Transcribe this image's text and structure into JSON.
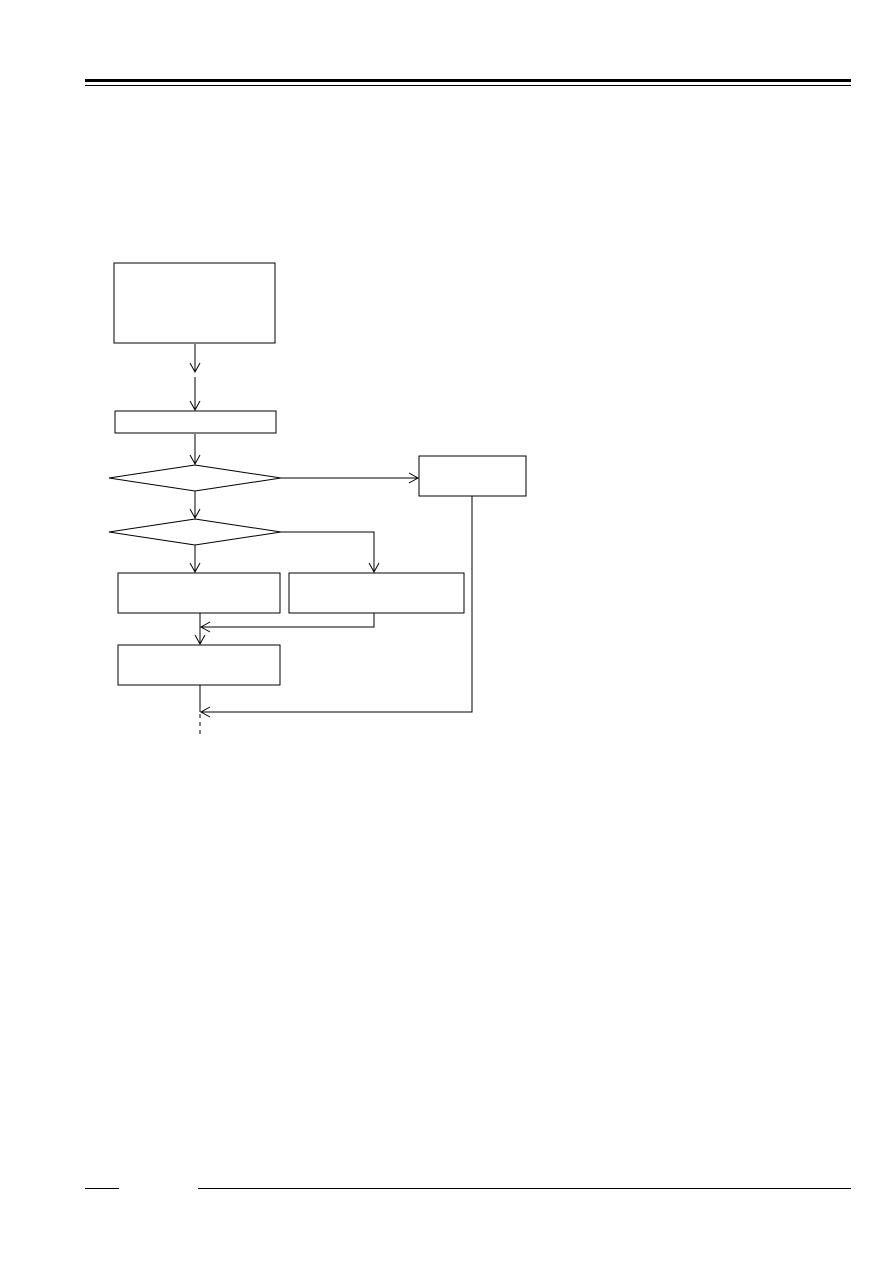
{
  "colors": {
    "ink": "#000000",
    "paper": "#ffffff"
  },
  "flowchart": {
    "nodes": [
      {
        "id": "start-box",
        "shape": "rectangle",
        "label": ""
      },
      {
        "id": "process-box-1",
        "shape": "rectangle",
        "label": ""
      },
      {
        "id": "decision-1",
        "shape": "diamond",
        "label": ""
      },
      {
        "id": "side-box",
        "shape": "rectangle",
        "label": ""
      },
      {
        "id": "decision-2",
        "shape": "diamond",
        "label": ""
      },
      {
        "id": "process-box-left",
        "shape": "rectangle",
        "label": ""
      },
      {
        "id": "process-box-right",
        "shape": "rectangle",
        "label": ""
      },
      {
        "id": "process-box-final",
        "shape": "rectangle",
        "label": ""
      }
    ],
    "edges": [
      {
        "from": "start-box",
        "to": "process-box-1"
      },
      {
        "from": "process-box-1",
        "to": "decision-1"
      },
      {
        "from": "decision-1",
        "to": "side-box"
      },
      {
        "from": "decision-1",
        "to": "decision-2"
      },
      {
        "from": "decision-2",
        "to": "process-box-left"
      },
      {
        "from": "decision-2",
        "to": "process-box-right"
      },
      {
        "from": "process-box-right",
        "to": "process-box-final"
      },
      {
        "from": "process-box-left",
        "to": "process-box-final"
      },
      {
        "from": "side-box",
        "to": "continuation"
      },
      {
        "from": "process-box-final",
        "to": "continuation"
      }
    ]
  }
}
